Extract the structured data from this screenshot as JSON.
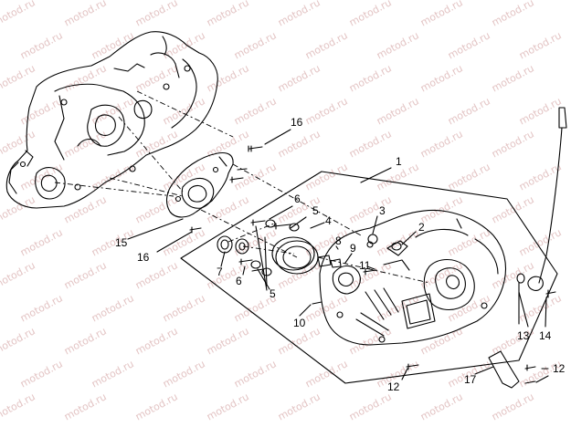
{
  "diagram": {
    "watermark_text": "motod.ru",
    "callouts": {
      "c1": "1",
      "c2": "2",
      "c3": "3",
      "c4": "4",
      "c5a": "5",
      "c5b": "5",
      "c6a": "6",
      "c6b": "6",
      "c7": "7",
      "c8": "8",
      "c9": "9",
      "c10": "10",
      "c11": "11",
      "c12a": "12",
      "c12b": "12",
      "c13": "13",
      "c14": "14",
      "c15": "15",
      "c16a": "16",
      "c16b": "16",
      "c17": "17"
    }
  }
}
